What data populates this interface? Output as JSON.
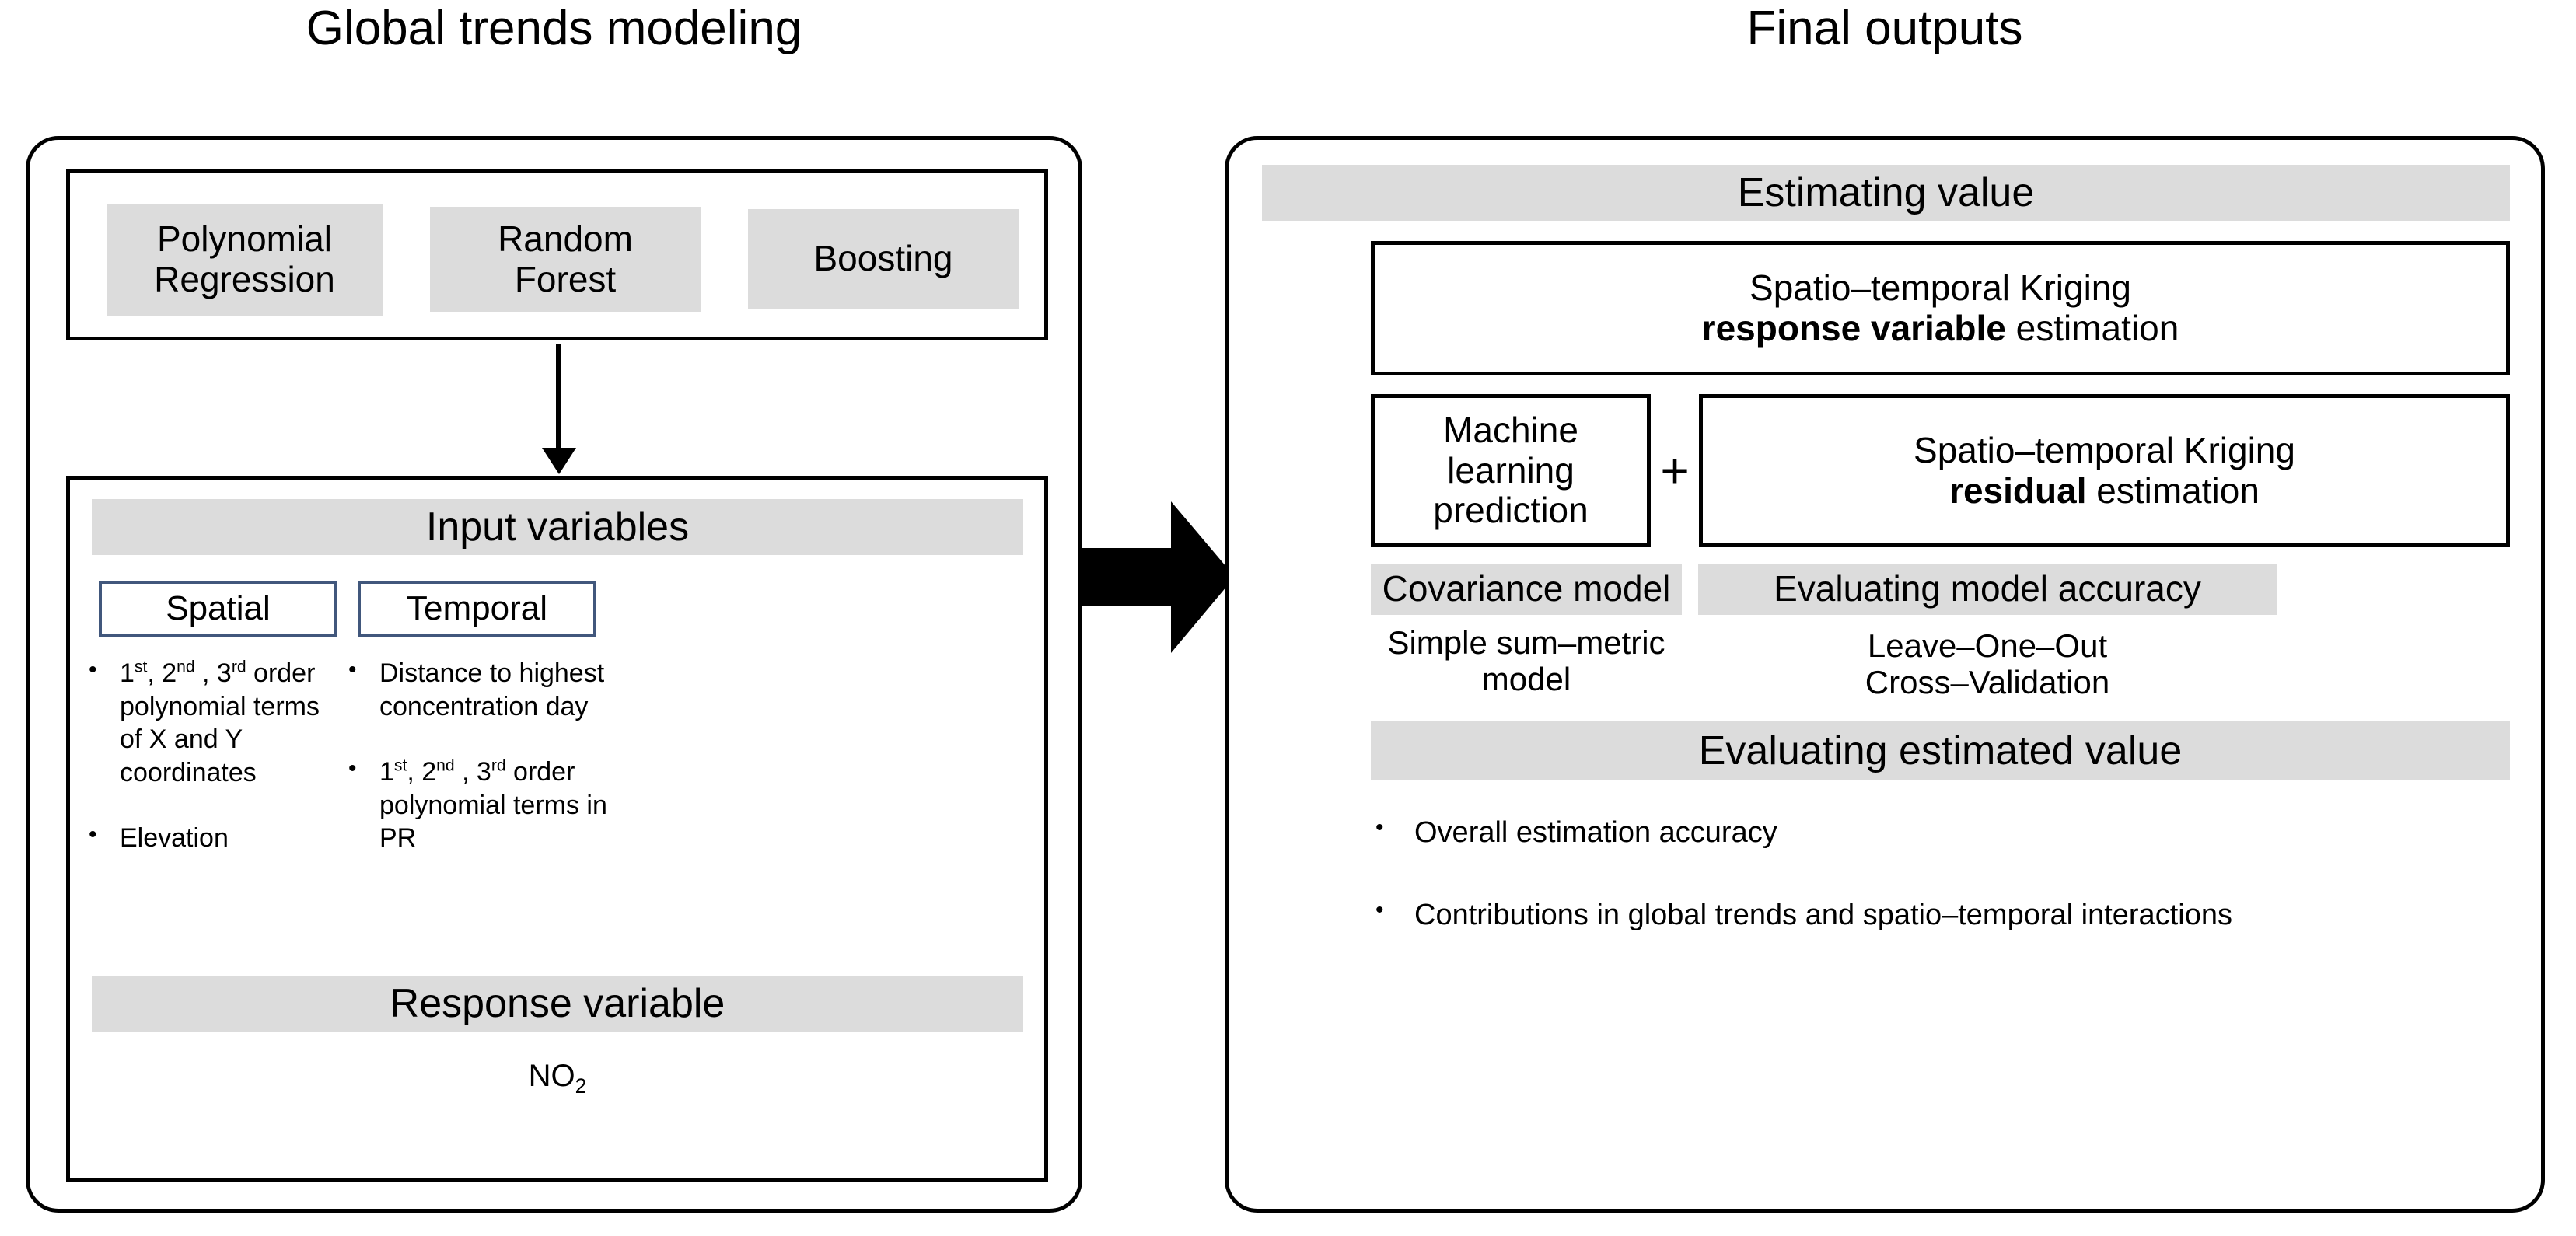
{
  "titles": {
    "left": "Global trends modeling",
    "right": "Final outputs"
  },
  "colors": {
    "gray_fill": "#dcdcdc",
    "border_black": "#000000",
    "border_blue": "#41577c",
    "background": "#ffffff"
  },
  "left_panel": {
    "methods_box": {
      "chips": [
        {
          "label": "Polynomial\nRegression",
          "line1": "Polynomial",
          "line2": "Regression"
        },
        {
          "label": "Random\nForest",
          "line1": "Random",
          "line2": "Forest"
        },
        {
          "label": "Boosting",
          "line1": "Boosting",
          "line2": ""
        }
      ]
    },
    "connector_icon": "down-arrow-icon",
    "input_box": {
      "banner": "Input variables",
      "columns": [
        {
          "heading": "Spatial",
          "bullets": [
            {
              "prefix": "1",
              "sup1": "st",
              "mid": ", 2",
              "sup2": "nd",
              "mid2": " , 3",
              "sup3": "rd",
              "tail": " order polynomial terms of X and Y coordinates"
            },
            {
              "prefix": "Elevation",
              "sup1": "",
              "mid": "",
              "sup2": "",
              "mid2": "",
              "sup3": "",
              "tail": ""
            }
          ]
        },
        {
          "heading": "Temporal",
          "bullets": [
            {
              "prefix": "Distance to highest concentration day",
              "sup1": "",
              "mid": "",
              "sup2": "",
              "mid2": "",
              "sup3": "",
              "tail": ""
            },
            {
              "prefix": "1",
              "sup1": "st",
              "mid": ", 2",
              "sup2": "nd",
              "mid2": " , 3",
              "sup3": "rd",
              "tail": " order polynomial terms in PR"
            }
          ]
        }
      ],
      "response_banner": "Response variable",
      "response_value_main": "NO",
      "response_value_sub": "2"
    }
  },
  "flow_arrow": "right-block-arrow-icon",
  "right_panel": {
    "estimating_banner": "Estimating value",
    "kriging_response_box": {
      "line1": "Spatio–temporal Kriging",
      "line2_bold": "response variable",
      "line2_rest": " estimation"
    },
    "ml_box": {
      "line1": "Machine learning",
      "line2": "prediction"
    },
    "plus_sign": "+",
    "kriging_residual_box": {
      "line1": "Spatio–temporal Kriging",
      "line2_bold": "residual",
      "line2_rest": " estimation"
    },
    "covariance": {
      "banner": "Covariance model",
      "value": "Simple sum–metric model"
    },
    "accuracy": {
      "banner": "Evaluating model accuracy",
      "value_line1": "Leave–One–Out",
      "value_line2": "Cross–Validation"
    },
    "evaluating_banner": "Evaluating estimated value",
    "evaluating_bullets": [
      "Overall estimation accuracy",
      "Contributions in global trends and spatio–temporal interactions"
    ]
  }
}
